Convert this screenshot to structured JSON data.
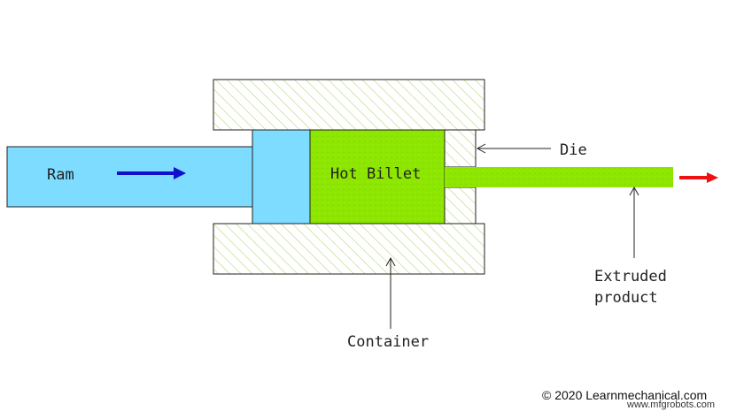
{
  "labels": {
    "ram": "Ram",
    "hot_billet": "Hot Billet",
    "die": "Die",
    "extruded_line1": "Extruded",
    "extruded_line2": "product",
    "container": "Container"
  },
  "credit": "© 2020 Learnmechanical.com",
  "watermark": "www.mfgrobots.com",
  "colors": {
    "ram_fill": "#7ddcff",
    "billet_fill": "#8ce600",
    "hatch_stroke": "#b9d77a",
    "ram_arrow": "#1010cc",
    "product_arrow": "#ee1111",
    "outline": "#222222"
  }
}
